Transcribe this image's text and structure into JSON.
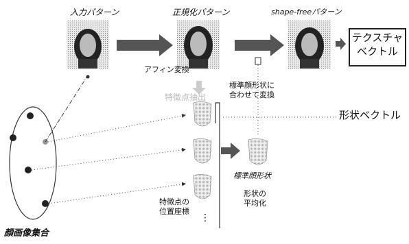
{
  "labels": {
    "input_pattern": "入力パターン",
    "normalized_pattern": "正規化パターン",
    "shape_free_pattern": "shape-freeパターン",
    "affine_transform": "アフィン変換",
    "feature_extraction": "特徴点抽出",
    "transform_to_standard_line1": "標準顔形状に",
    "transform_to_standard_line2": "合わせて変換",
    "texture_vector_line1": "テクスチャ",
    "texture_vector_line2": "ベクトル",
    "shape_vector": "形状ベクトル",
    "standard_face_shape": "標準顔形状",
    "shape_average_line1": "形状の",
    "shape_average_line2": "平均化",
    "feature_coords_line1": "特徴点の",
    "feature_coords_line2": "位置座標",
    "vertical_dots": "⋮",
    "face_image_set": "顔画像集合"
  },
  "colors": {
    "arrow": "#444444",
    "dot": "#222222",
    "faint_text": "#bbbbbb"
  }
}
